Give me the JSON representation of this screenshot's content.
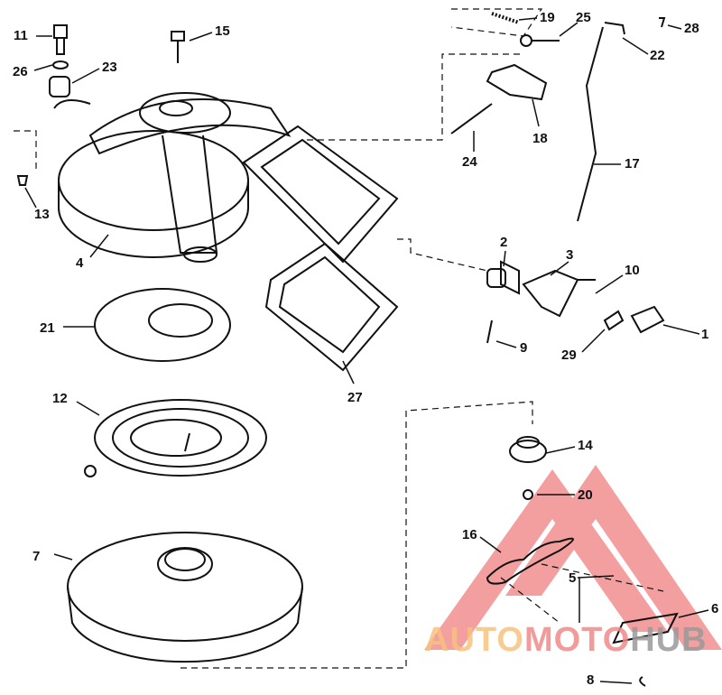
{
  "title": "Rewind starter exploded parts diagram",
  "part_labels": [
    "11",
    "15",
    "26",
    "23",
    "19",
    "25",
    "28",
    "22",
    "18",
    "24",
    "17",
    "13",
    "4",
    "2",
    "3",
    "10",
    "1",
    "21",
    "9",
    "29",
    "27",
    "12",
    "14",
    "20",
    "16",
    "7",
    "5",
    "6",
    "8"
  ],
  "watermark": {
    "part1": "AUTO",
    "part2": "MOTO",
    "part3": "HUB"
  },
  "colors": {
    "line": "#111111",
    "watermark_red": "#f08080",
    "watermark_orange": "#f7c27e",
    "watermark_gray": "#9a9a9a"
  }
}
